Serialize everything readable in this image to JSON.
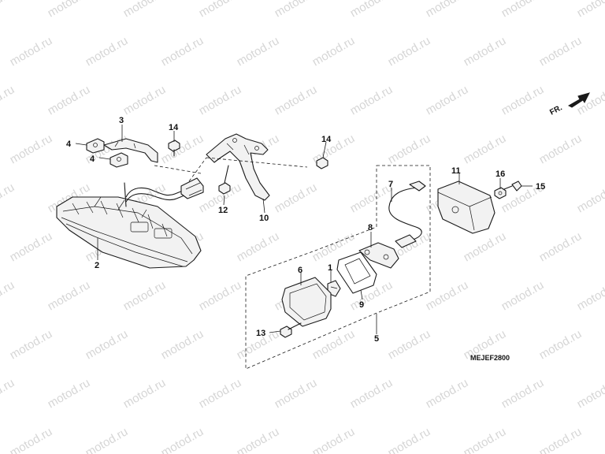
{
  "watermark": {
    "text": "motod.ru"
  },
  "diagram_code": "MEJEF2800",
  "direction_label": "FR.",
  "callouts": [
    {
      "id": "c1",
      "label": "1"
    },
    {
      "id": "c2",
      "label": "2"
    },
    {
      "id": "c3",
      "label": "3"
    },
    {
      "id": "c4a",
      "label": "4"
    },
    {
      "id": "c4b",
      "label": "4"
    },
    {
      "id": "c5",
      "label": "5"
    },
    {
      "id": "c6",
      "label": "6"
    },
    {
      "id": "c7",
      "label": "7"
    },
    {
      "id": "c8",
      "label": "8"
    },
    {
      "id": "c9",
      "label": "9"
    },
    {
      "id": "c10",
      "label": "10"
    },
    {
      "id": "c11",
      "label": "11"
    },
    {
      "id": "c12",
      "label": "12"
    },
    {
      "id": "c13",
      "label": "13"
    },
    {
      "id": "c14a",
      "label": "14"
    },
    {
      "id": "c14b",
      "label": "14"
    },
    {
      "id": "c15",
      "label": "15"
    },
    {
      "id": "c16",
      "label": "16"
    }
  ],
  "colors": {
    "line": "#1a1a1a",
    "watermark": "#d6d6d6"
  }
}
